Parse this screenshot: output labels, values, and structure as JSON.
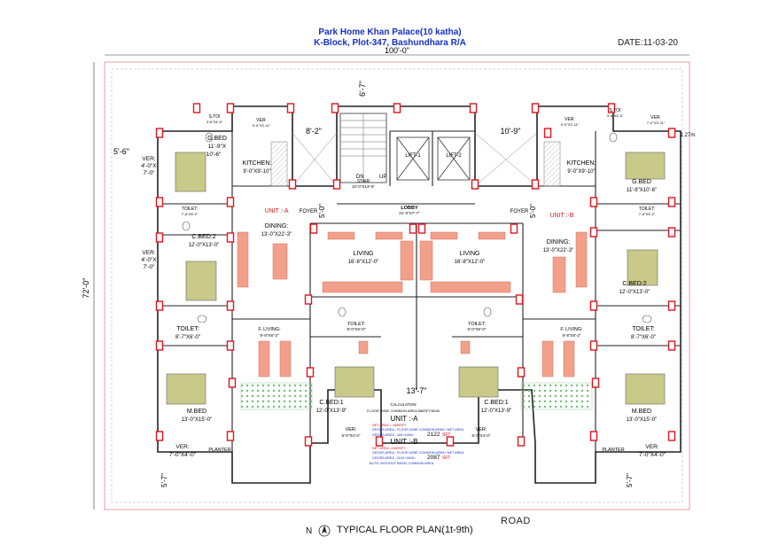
{
  "header": {
    "project_line1": "Park Home  Khan Palace(10 katha)",
    "project_line2": "K-Block, Plot-347, Bashundhara R/A",
    "date": "DATE:11-03-20"
  },
  "dimensions": {
    "overall_width": "100'-0\"",
    "overall_depth": "72'-0\"",
    "top_gap": "6'-7\"",
    "left_setback": "5'-6\"",
    "mid_left": "8'-2\"",
    "mid_right": "10'-9\"",
    "foyer_left": "5'-0\"",
    "foyer_right": "5'-0\"",
    "center_bottom": "13'-7\"",
    "bottom_left": "5'-7\"",
    "bottom_right": "5'-7\"",
    "right_side": "1.27m"
  },
  "rooms": {
    "stoi_left": "S.TOI",
    "stoi_left_size": "3'-6\"X4'-6\"",
    "ver_top_left": "VER:",
    "ver_top_left_size": "9'-0\"X3'-11\"",
    "gbed_left": "G.BED",
    "gbed_left_size1": "11'-9\"X",
    "gbed_left_size2": "10'-6\"",
    "kitchen_left": "KITCHEN:",
    "kitchen_left_size": "9'-0\"X9'-10\"",
    "ver_left": "VER:",
    "ver_left_size1": "4'-0\"X",
    "ver_left_size2": "7'-0\"",
    "toilet_left_top": "TOILET:",
    "toilet_left_top_size": "7'-6\"X5'-0\"",
    "unit_a": "UNIT :-A",
    "foyer_left": "FOYER",
    "dining_left": "DINING:",
    "dining_left_size": "13'-0\"X22'-3\"",
    "cbed2_left": "C.BED:2",
    "cbed2_left_size": "12'-0\"X13'-0\"",
    "ver_left2": "VER:",
    "ver_left2_size1": "4'-0\"X",
    "ver_left2_size2": "7'-0\"",
    "toilet_left_mid": "TOILET:",
    "toilet_left_mid_size": "8'-7\"X6'-0\"",
    "fliving_left": "F. LIVING:",
    "fliving_left_size": "9'-8\"X8'-2\"",
    "mbed_left": "M.BED",
    "mbed_left_size": "13'-0\"X15'-0\"",
    "ver_bottom_left": "VER:",
    "ver_bottom_left_size": "7'-0\"X4'-0\"",
    "planter_left": "PLANTER",
    "stair": "STAIR",
    "stair_size": "10'-0\"X13'-6\"",
    "stair_dn": "DN",
    "stair_up": "UP",
    "lift1": "LIFT-1",
    "lift2": "LIFT-2",
    "lobby": "LOBBY",
    "lobby_size": "21'-0\"X7'-7\"",
    "living_left": "LIVING",
    "living_left_size": "16'-8\"X12'-0\"",
    "living_right": "LIVING",
    "living_right_size": "16'-8\"X12'-0\"",
    "toilet_center_left": "TOILET:",
    "toilet_center_left_size": "8'-0\"X6'-0\"",
    "toilet_center_right": "TOILET:",
    "toilet_center_right_size": "8'-0\"X6'-0\"",
    "cbed1_left": "C.BED:1",
    "cbed1_left_size": "12'-0\"X13'-9\"",
    "cbed1_right": "C.BED:1",
    "cbed1_right_size": "12'-0\"X13'-9\"",
    "ver_center_left": "VER:",
    "ver_center_left_size": "5'-0\"X4'-0\"",
    "ver_center_right": "VER:",
    "ver_center_right_size": "5'-0\"X4'-0\"",
    "stoi_right": "S.TOI",
    "stoi_right_size": "3'-6\"X4'-6\"",
    "ver_top_right": "VER:",
    "ver_top_right_size": "7'-0\"X3'-11\"",
    "ver_top_right2": "VER:",
    "ver_top_right2_size": "9'-0\"X3'-11\"",
    "kitchen_right": "KITCHEN:",
    "kitchen_right_size": "9'-0\"X9'-10\"",
    "gbed_right": "G.BED",
    "gbed_right_size": "11'-9\"X10'-6\"",
    "toilet_right_top": "TOILET:",
    "toilet_right_top_size": "7'-6\"X5'-0\"",
    "unit_b": "UNIT :-B",
    "foyer_right": "FOYER",
    "dining_right": "DINING:",
    "dining_right_size": "13'-0\"X22'-3\"",
    "cbed2_right": "C.BED:2",
    "cbed2_right_size": "12'-0\"X13'-0\"",
    "toilet_right_mid": "TOILET:",
    "toilet_right_mid_size": "8'-7\"X6'-0\"",
    "fliving_right": "F. LIVING:",
    "fliving_right_size": "9'-8\"X8'-2\"",
    "mbed_right": "M.BED",
    "mbed_right_size": "13'-0\"X15'-0\"",
    "ver_bottom_right": "VER:",
    "ver_bottom_right_size": "7'-0\"X4'-0\"",
    "planter_right": "PLANTER"
  },
  "calculation": {
    "title": "CALCULATION",
    "line1": "FLOOR WISE COMMON AREA 686SFT/5645",
    "unit_a": "UNIT :-A",
    "a_net": "NET AREA = 1659SFT",
    "a_gross_formula": "GROSS AREA : FLOOR WISE COMMON AREA +NET AREA",
    "a_gross_label": "GROSS AREA : 160+1659=",
    "a_gross_value": "2122",
    "a_unit": "SFT",
    "unit_b": "UNIT :-B",
    "b_net": "NET AREA =1659SFT",
    "b_gross_formula": "GROSS AREA : FLOOR WISE COMMON AREA +NET AREA",
    "b_gross_label": "GROSS AREA : 1192+1659=",
    "b_gross_value": "2087",
    "b_unit": "SFT",
    "note": "NOTE: WITHOUT BASIC COMMON AREA"
  },
  "footer": {
    "road": "ROAD",
    "plan_title": "TYPICAL FLOOR PLAN(1t-9th)",
    "north": "N"
  },
  "colors": {
    "wall": "#222222",
    "column": "#e0141e",
    "bed": "#c9c98a",
    "furniture": "#f3a08a",
    "green": "#b7e4b7",
    "header_blue": "#1530c8",
    "calc_red": "#d0101a",
    "calc_blue": "#1530c8"
  }
}
